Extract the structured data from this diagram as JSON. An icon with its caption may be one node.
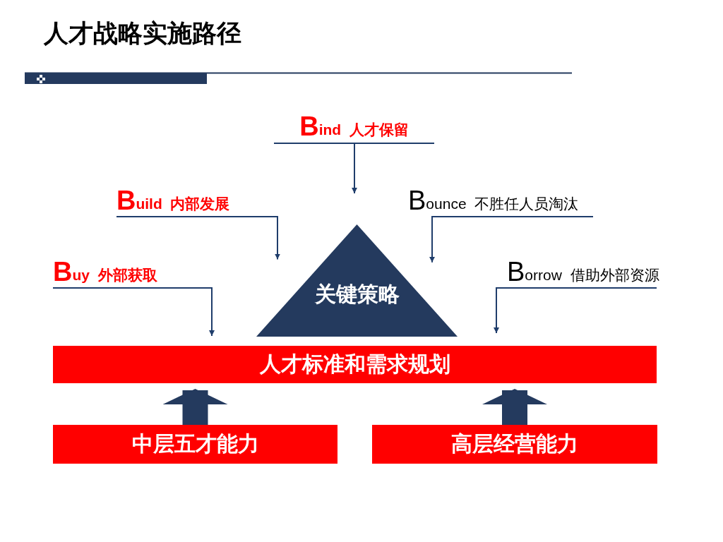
{
  "diagram": {
    "title": "人才战略实施路径",
    "nodes": [
      {
        "text": [
          "Buy 外部获取"
        ]
      },
      {
        "text": [
          "Build 内部发展"
        ]
      },
      {
        "text": [
          "Bind 人才保留"
        ]
      },
      {
        "text": [
          "Bounce 不胜任人员淘汰"
        ]
      },
      {
        "text": [
          "Borrow 借助外部资源"
        ]
      },
      {
        "text": [
          "关键策略"
        ]
      },
      {
        "text": [
          "人才标准和需求规划"
        ]
      },
      {
        "text": [
          "中层五才能力"
        ]
      },
      {
        "text": [
          "高层经营能力"
        ]
      }
    ],
    "edges": [
      {
        "from": 0,
        "to": 6,
        "arrow": "to"
      },
      {
        "from": 1,
        "to": 5,
        "arrow": "to"
      },
      {
        "from": 2,
        "to": 5,
        "arrow": "to"
      },
      {
        "from": 3,
        "to": 5,
        "arrow": "to"
      },
      {
        "from": 4,
        "to": 6,
        "arrow": "to"
      },
      {
        "from": 7,
        "to": 6,
        "arrow": "to",
        "style": "thick"
      },
      {
        "from": 8,
        "to": 6,
        "arrow": "to",
        "style": "thick"
      }
    ]
  }
}
